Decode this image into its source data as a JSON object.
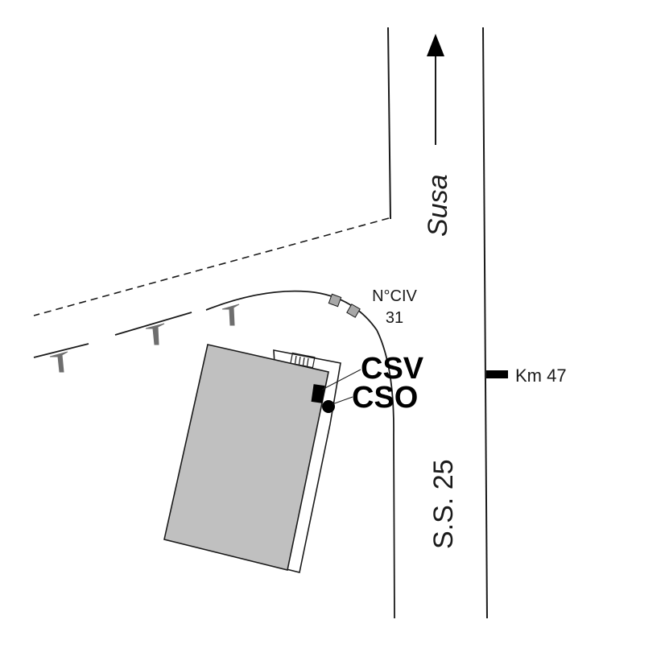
{
  "map": {
    "direction_label": "Susa",
    "road_label": "S.S. 25",
    "house_number_label": "N°CIV",
    "house_number_value": "31",
    "marker_csv": "CSV",
    "marker_cso": "CSO",
    "km_label": "Km 47",
    "colors": {
      "line": "#1a1a1a",
      "building_fill": "#c0c0c0",
      "pillar_fill": "#a8a8a8",
      "tree": "#6e6e6e",
      "background": "#ffffff"
    },
    "icons": [
      "north-arrow-icon",
      "tree-icon",
      "csv-marker-icon",
      "cso-marker-icon",
      "km-marker-icon"
    ]
  }
}
